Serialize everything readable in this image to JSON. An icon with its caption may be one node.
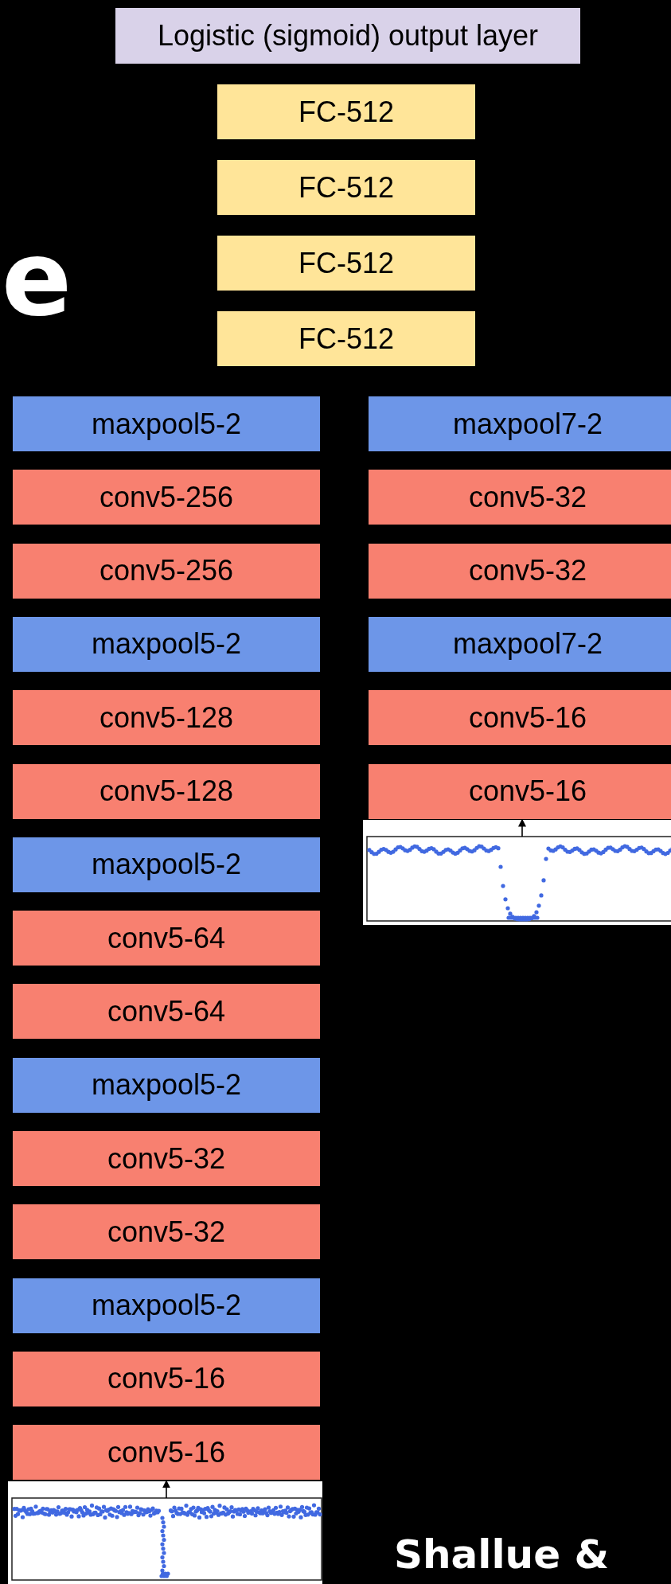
{
  "diagram": {
    "nodes": [
      {
        "text": [
          "Logistic (sigmoid) output layer"
        ]
      },
      {
        "text": [
          "FC-512"
        ]
      },
      {
        "text": [
          "FC-512"
        ]
      },
      {
        "text": [
          "FC-512"
        ]
      },
      {
        "text": [
          "FC-512"
        ]
      },
      {
        "text": [
          "maxpool5-2"
        ]
      },
      {
        "text": [
          "conv5-256"
        ]
      },
      {
        "text": [
          "conv5-256"
        ]
      },
      {
        "text": [
          "maxpool5-2"
        ]
      },
      {
        "text": [
          "conv5-128"
        ]
      },
      {
        "text": [
          "conv5-128"
        ]
      },
      {
        "text": [
          "maxpool5-2"
        ]
      },
      {
        "text": [
          "conv5-64"
        ]
      },
      {
        "text": [
          "conv5-64"
        ]
      },
      {
        "text": [
          "maxpool5-2"
        ]
      },
      {
        "text": [
          "conv5-32"
        ]
      },
      {
        "text": [
          "conv5-32"
        ]
      },
      {
        "text": [
          "maxpool5-2"
        ]
      },
      {
        "text": [
          "conv5-16"
        ]
      },
      {
        "text": [
          "conv5-16"
        ]
      },
      {
        "text": [
          "maxpool7-2"
        ]
      },
      {
        "text": [
          "conv5-32"
        ]
      },
      {
        "text": [
          "conv5-32"
        ]
      },
      {
        "text": [
          "maxpool7-2"
        ]
      },
      {
        "text": [
          "conv5-16"
        ]
      },
      {
        "text": [
          "conv5-16"
        ]
      },
      {
        "text": [],
        "shape": "picture"
      },
      {
        "text": [],
        "shape": "picture"
      }
    ],
    "edges": [
      {
        "from": 26,
        "to": 25,
        "arrow": "to"
      },
      {
        "from": 27,
        "to": 19,
        "arrow": "to"
      }
    ],
    "labels": [
      "e",
      "Shallue &"
    ]
  }
}
